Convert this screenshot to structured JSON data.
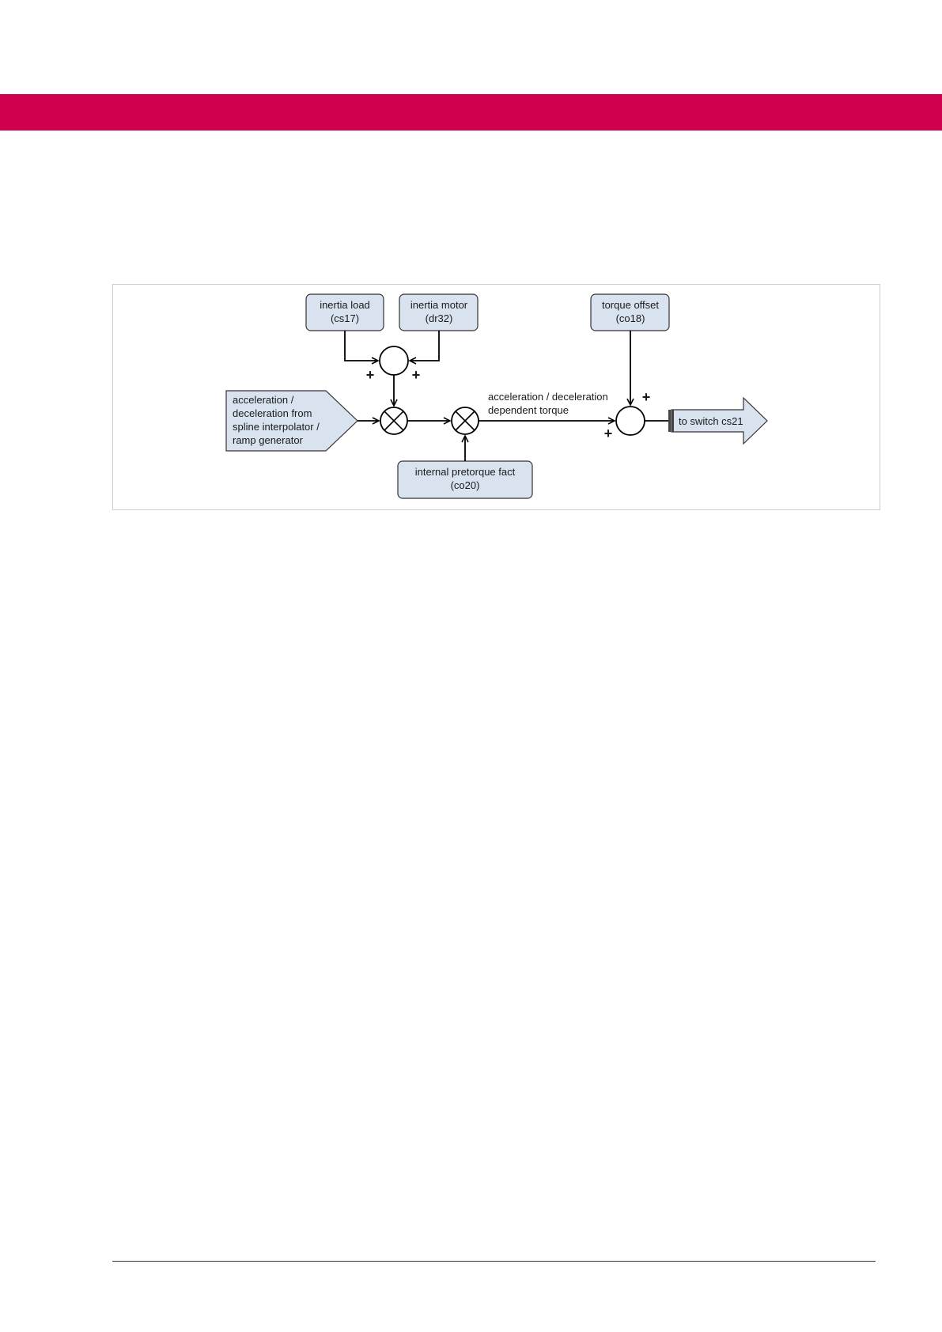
{
  "header": {
    "accent_color": "#d0004f"
  },
  "diagram": {
    "box_fill": "#d9e3f0",
    "inertia_load": {
      "line1": "inertia load",
      "line2": "(cs17)"
    },
    "inertia_motor": {
      "line1": "inertia motor",
      "line2": "(dr32)"
    },
    "torque_offset": {
      "line1": "torque offset",
      "line2": "(co18)"
    },
    "accel_input": {
      "line1": "acceleration /",
      "line2": "deceleration from",
      "line3": "spline interpolator /",
      "line4": "ramp generator"
    },
    "pretorque": {
      "line1": "internal pretorque fact",
      "line2": "(co20)"
    },
    "signal_label": {
      "line1": "acceleration / deceleration",
      "line2": "dependent torque"
    },
    "output": {
      "label": "to switch cs21"
    },
    "plus_sign": "+"
  }
}
